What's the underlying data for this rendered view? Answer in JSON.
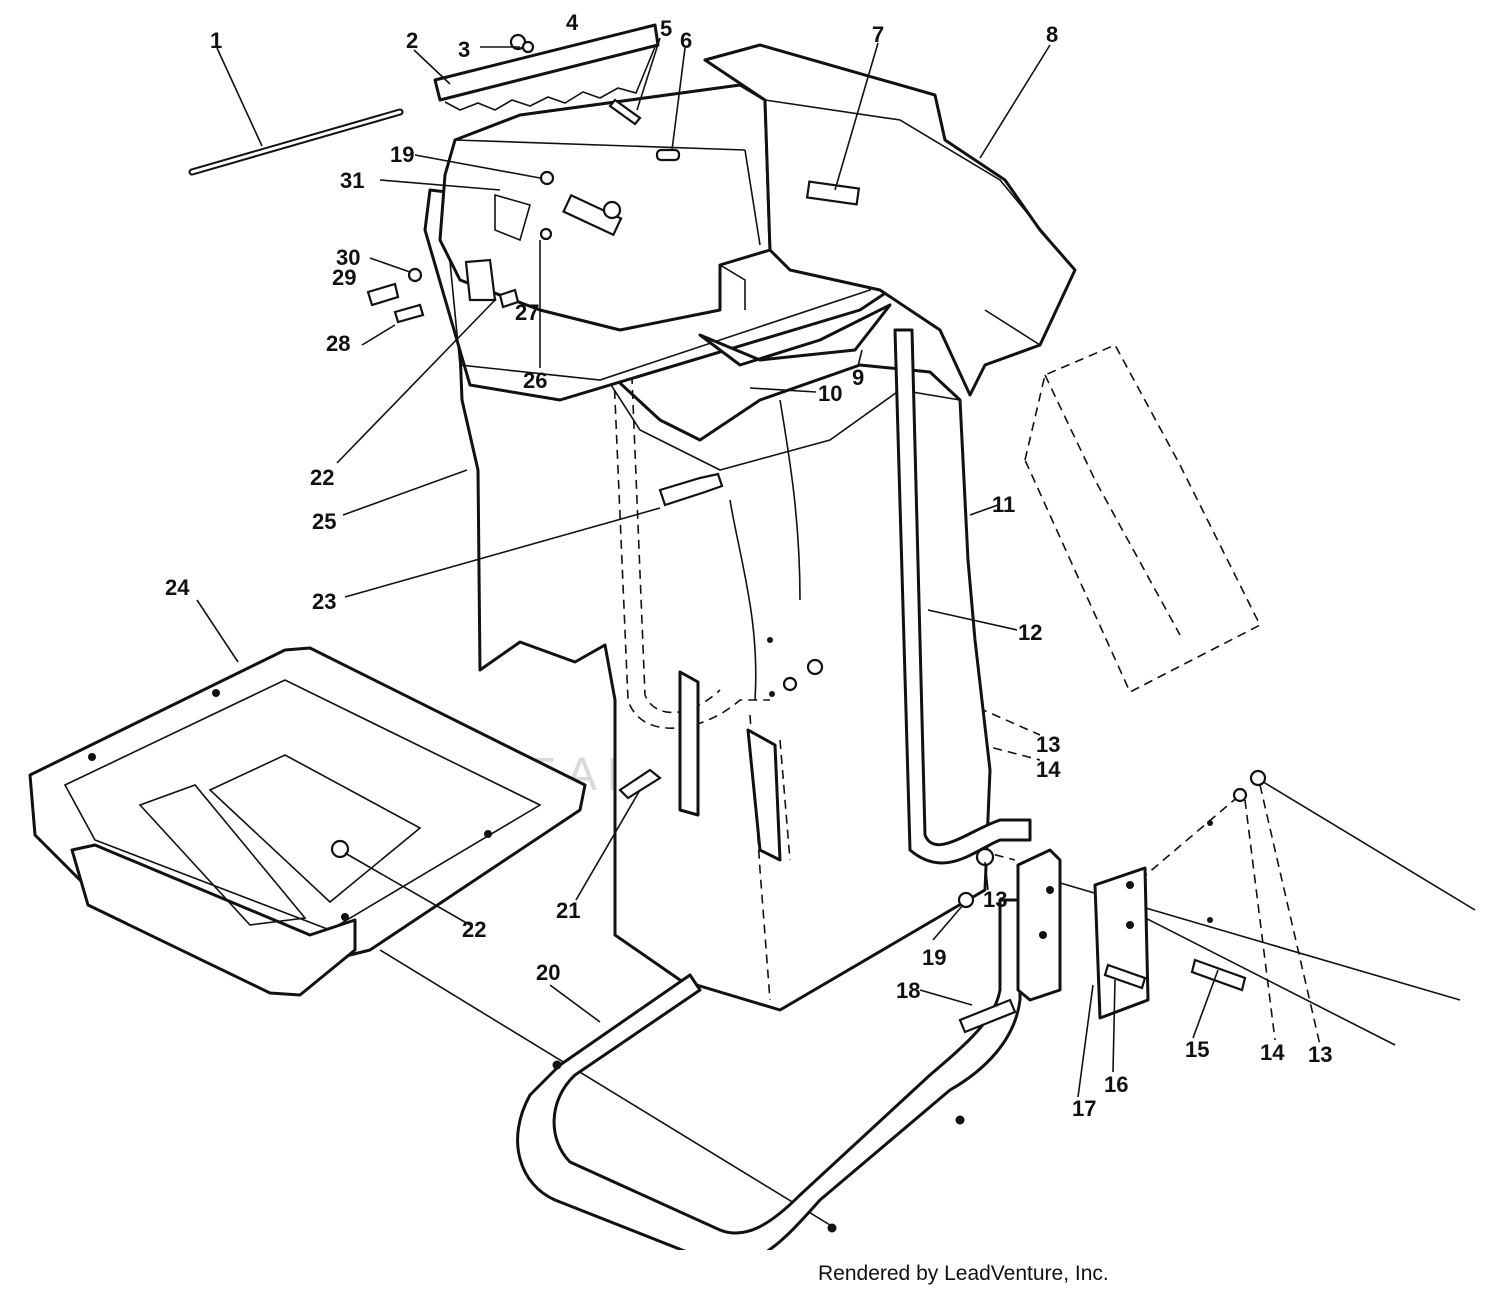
{
  "watermark": "LEADVENTURE",
  "credit": "Rendered by LeadVenture, Inc.",
  "callouts": {
    "c1": "1",
    "c2": "2",
    "c3": "3",
    "c4": "4",
    "c5": "5",
    "c6": "6",
    "c7": "7",
    "c8": "8",
    "c9": "9",
    "c10": "10",
    "c11": "11",
    "c12": "12",
    "c13a": "13",
    "c13b": "13",
    "c13c": "13",
    "c14a": "14",
    "c14b": "14",
    "c15": "15",
    "c16": "16",
    "c17": "17",
    "c18": "18",
    "c19a": "19",
    "c19b": "19",
    "c20": "20",
    "c21": "21",
    "c22a": "22",
    "c22b": "22",
    "c23": "23",
    "c24": "24",
    "c25": "25",
    "c26": "26",
    "c27": "27",
    "c28": "28",
    "c29": "29",
    "c30": "30",
    "c31": "31"
  },
  "colors": {
    "ink": "#111111",
    "watermark": "#d9d9d9",
    "background": "#ffffff"
  }
}
